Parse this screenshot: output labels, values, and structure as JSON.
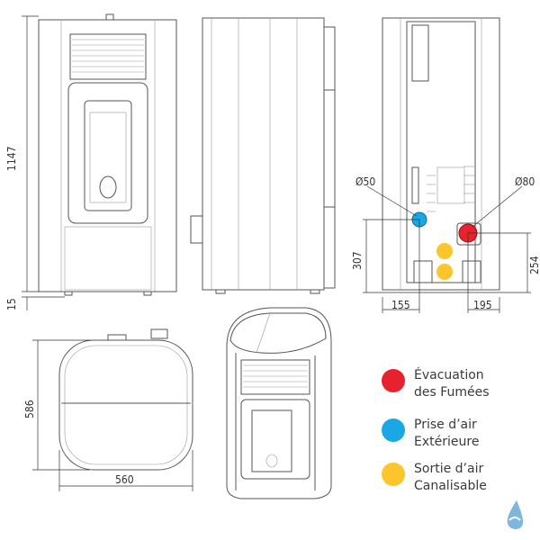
{
  "dimensions": {
    "height_total": "1147",
    "foot_height": "15",
    "diameter_intake": "Ø50",
    "diameter_exhaust": "Ø80",
    "intake_height": "307",
    "exhaust_height": "254",
    "intake_offset": "155",
    "exhaust_offset": "195",
    "depth": "586",
    "width": "560"
  },
  "legend": [
    {
      "label_line1": "Évacuation",
      "label_line2": "des Fumées",
      "color": "#e8212e"
    },
    {
      "label_line1": "Prise d’air",
      "label_line2": "Extérieure",
      "color": "#1aa7e6"
    },
    {
      "label_line1": "Sortie d’air",
      "label_line2": "Canalisable",
      "color": "#fcc52c"
    }
  ],
  "logo_icon": "water-drop-logo-icon",
  "logo_color": "#7fb6de"
}
